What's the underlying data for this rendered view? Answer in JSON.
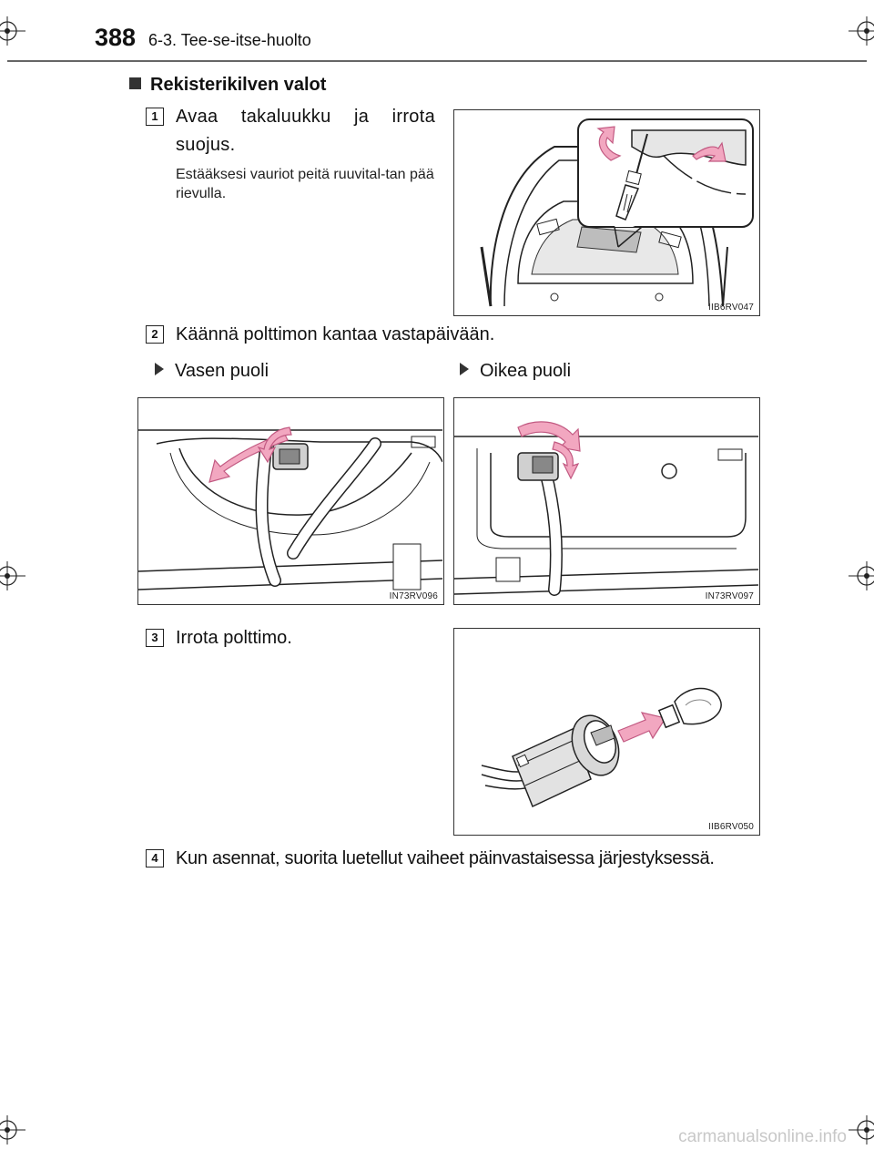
{
  "header": {
    "page_number": "388",
    "section": "6-3. Tee-se-itse-huolto"
  },
  "heading": "Rekisterikilven valot",
  "steps": [
    {
      "number": "1",
      "text": "Avaa takaluukku ja irrota suojus.",
      "note": "Estääksesi vauriot peitä ruuvital-tan pää rievulla."
    },
    {
      "number": "2",
      "text": "Käännä polttimon kantaa vastapäivään."
    },
    {
      "number": "3",
      "text": "Irrota polttimo."
    },
    {
      "number": "4",
      "text": "Kun asennat, suorita luetellut vaiheet päinvastaisessa järjestyksessä."
    }
  ],
  "sub_labels": {
    "left": "Vasen puoli",
    "right": "Oikea puoli"
  },
  "figures": {
    "fig1_code": "IIB6RV047",
    "fig2a_code": "IN73RV096",
    "fig2b_code": "IN73RV097",
    "fig3_code": "IIB6RV050"
  },
  "colors": {
    "arrow_pink": "#f2a7c0",
    "arrow_pink_dark": "#d46a92",
    "line": "#222222"
  },
  "watermark": "carmanualsonline.info"
}
